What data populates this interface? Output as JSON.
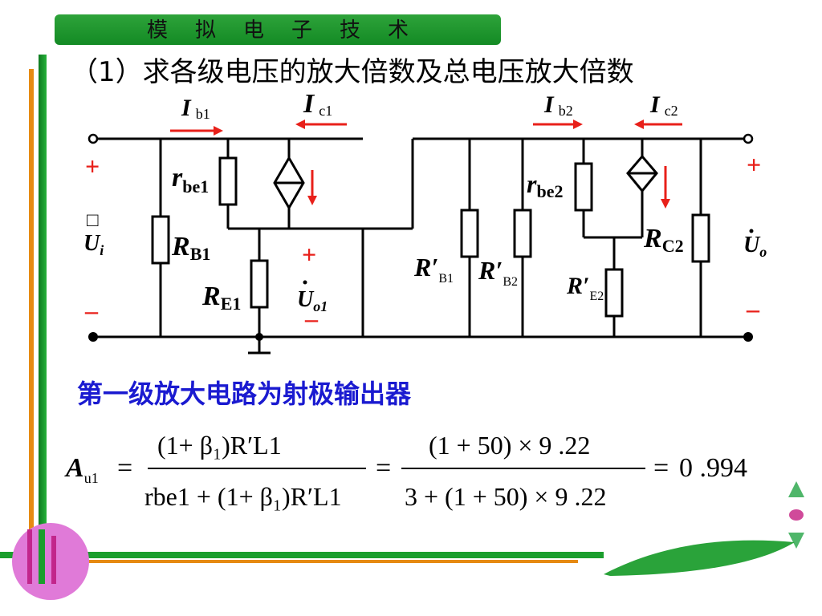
{
  "header": {
    "title": "模拟电子技术"
  },
  "subtitle": "（1）求各级电压的放大倍数及总电压放大倍数",
  "stage_description": "第一级放大电路为射极输出器",
  "colors": {
    "header_green": "#1f9a2e",
    "accent_red": "#e8201a",
    "text_blue": "#1a1ad0",
    "bar_green": "#1b9e2d",
    "bar_orange": "#e68a12",
    "pink_disc": "#e07ad8"
  },
  "circuit": {
    "currents": {
      "ib1": {
        "main": "I",
        "sub": "b1"
      },
      "ic1": {
        "main": "I",
        "sub": "c1"
      },
      "ib2": {
        "main": "I",
        "sub": "b2"
      },
      "ic2": {
        "main": "I",
        "sub": "c2"
      }
    },
    "components": {
      "rbe1": {
        "main": "r",
        "sub": "be1"
      },
      "rb1": {
        "main": "R",
        "sub": "B1"
      },
      "re1": {
        "main": "R",
        "sub": "E1"
      },
      "rb1p": {
        "main": "R′",
        "sub": "B1"
      },
      "rb2p": {
        "main": "R′",
        "sub": "B2"
      },
      "rbe2": {
        "main": "r",
        "sub": "be2"
      },
      "rc2": {
        "main": "R",
        "sub": "C2"
      },
      "re2p": {
        "main": "R′",
        "sub": "E2"
      }
    },
    "voltages": {
      "ui": {
        "main": "U",
        "sub": "i",
        "missing_glyph": "□"
      },
      "uo1": {
        "main": "U",
        "sub": "o1"
      },
      "uo": {
        "main": "U",
        "sub": "o"
      }
    },
    "polarity": {
      "plus": "+",
      "minus": "–"
    }
  },
  "formula": {
    "lhs_main": "A",
    "lhs_sub": "u1",
    "eq": "=",
    "frac1_num": "(1+ β₁)R′L1",
    "frac1_den": "rbe1 + (1+ β₁)R′L1",
    "frac2_num": "(1 + 50) × 9 .22",
    "frac2_den": "3 + (1 + 50) × 9 .22",
    "result": "0 .994"
  }
}
